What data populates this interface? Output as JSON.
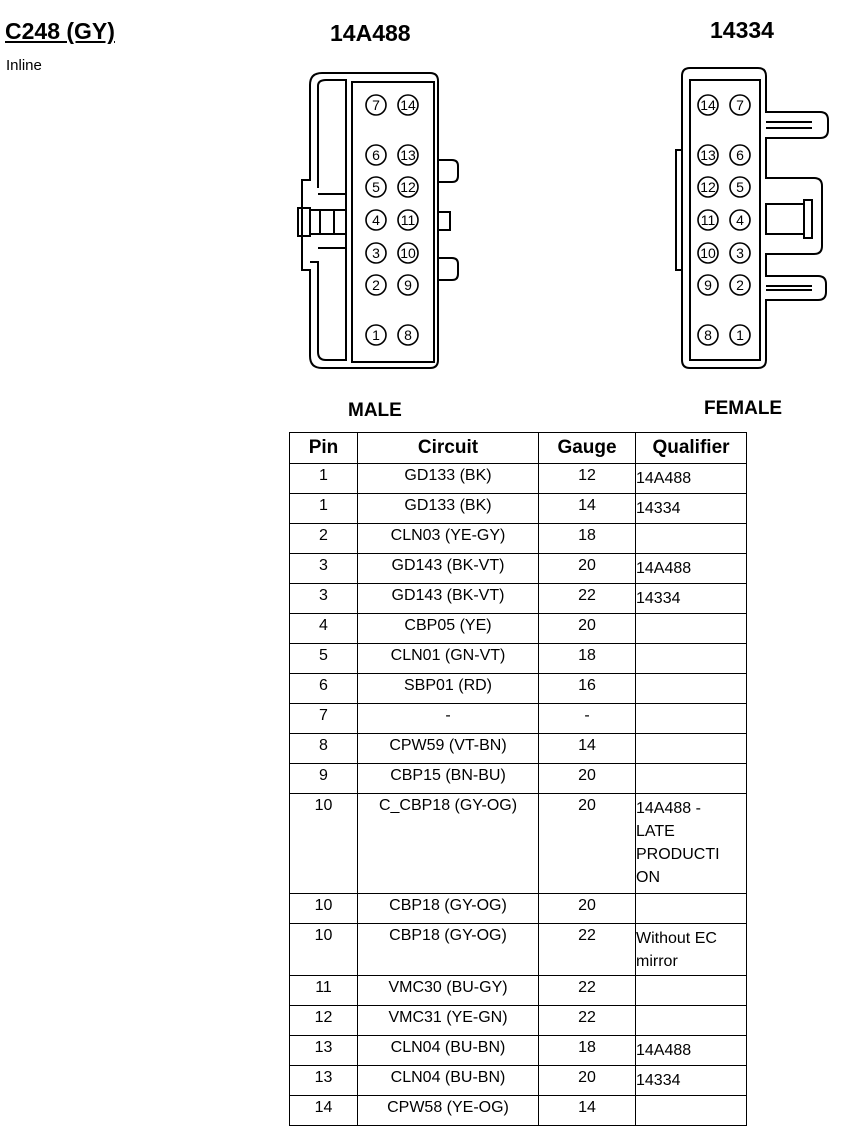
{
  "connector": {
    "title": "C248 (GY)",
    "subtitle": "Inline"
  },
  "male": {
    "part_number": "14A488",
    "label": "MALE",
    "pin_rows": [
      [
        "7",
        "14"
      ],
      [
        "6",
        "13"
      ],
      [
        "5",
        "12"
      ],
      [
        "4",
        "11"
      ],
      [
        "3",
        "10"
      ],
      [
        "2",
        "9"
      ],
      [
        "1",
        "8"
      ]
    ]
  },
  "female": {
    "part_number": "14334",
    "label": "FEMALE",
    "pin_rows": [
      [
        "14",
        "7"
      ],
      [
        "13",
        "6"
      ],
      [
        "12",
        "5"
      ],
      [
        "11",
        "4"
      ],
      [
        "10",
        "3"
      ],
      [
        "9",
        "2"
      ],
      [
        "8",
        "1"
      ]
    ]
  },
  "table": {
    "headers": [
      "Pin",
      "Circuit",
      "Gauge",
      "Qualifier"
    ],
    "rows": [
      {
        "pin": "1",
        "circuit": "GD133 (BK)",
        "gauge": "12",
        "qualifier": "14A488"
      },
      {
        "pin": "1",
        "circuit": "GD133 (BK)",
        "gauge": "14",
        "qualifier": "14334"
      },
      {
        "pin": "2",
        "circuit": "CLN03 (YE-GY)",
        "gauge": "18",
        "qualifier": ""
      },
      {
        "pin": "3",
        "circuit": "GD143 (BK-VT)",
        "gauge": "20",
        "qualifier": "14A488"
      },
      {
        "pin": "3",
        "circuit": "GD143 (BK-VT)",
        "gauge": "22",
        "qualifier": "14334"
      },
      {
        "pin": "4",
        "circuit": "CBP05 (YE)",
        "gauge": "20",
        "qualifier": ""
      },
      {
        "pin": "5",
        "circuit": "CLN01 (GN-VT)",
        "gauge": "18",
        "qualifier": ""
      },
      {
        "pin": "6",
        "circuit": "SBP01 (RD)",
        "gauge": "16",
        "qualifier": ""
      },
      {
        "pin": "7",
        "circuit": "-",
        "gauge": "-",
        "qualifier": ""
      },
      {
        "pin": "8",
        "circuit": "CPW59 (VT-BN)",
        "gauge": "14",
        "qualifier": ""
      },
      {
        "pin": "9",
        "circuit": "CBP15 (BN-BU)",
        "gauge": "20",
        "qualifier": ""
      },
      {
        "pin": "10",
        "circuit": "C_CBP18 (GY-OG)",
        "gauge": "20",
        "qualifier": "14A488 -\nLATE\nPRODUCTI\nON"
      },
      {
        "pin": "10",
        "circuit": "CBP18 (GY-OG)",
        "gauge": "20",
        "qualifier": ""
      },
      {
        "pin": "10",
        "circuit": "CBP18 (GY-OG)",
        "gauge": "22",
        "qualifier": "Without EC\nmirror"
      },
      {
        "pin": "11",
        "circuit": "VMC30 (BU-GY)",
        "gauge": "22",
        "qualifier": ""
      },
      {
        "pin": "12",
        "circuit": "VMC31 (YE-GN)",
        "gauge": "22",
        "qualifier": ""
      },
      {
        "pin": "13",
        "circuit": "CLN04 (BU-BN)",
        "gauge": "18",
        "qualifier": "14A488"
      },
      {
        "pin": "13",
        "circuit": "CLN04 (BU-BN)",
        "gauge": "20",
        "qualifier": "14334"
      },
      {
        "pin": "14",
        "circuit": "CPW58 (YE-OG)",
        "gauge": "14",
        "qualifier": ""
      }
    ]
  }
}
